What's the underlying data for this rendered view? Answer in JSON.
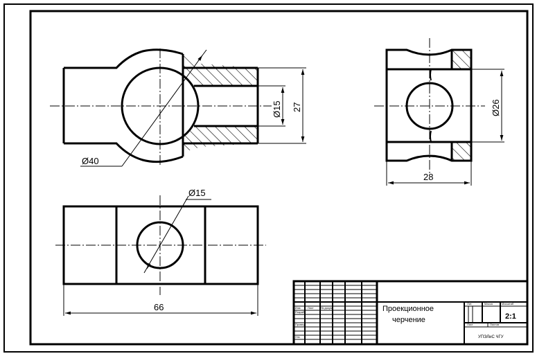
{
  "drawing": {
    "dimensions": {
      "d40": "Ø40",
      "d15_front": "Ø15",
      "h27": "27",
      "d26": "Ø26",
      "w28": "28",
      "d15_top": "Ø15",
      "w66": "66"
    },
    "title_block": {
      "title_line1": "Проекционное",
      "title_line2": "черчение",
      "scale": "2:1",
      "col_lit": "Лит.",
      "col_mass": "Масса",
      "col_scale": "Масштаб",
      "row_change": "Изм.",
      "row_sheet": "Лист",
      "row_doc": "№ докум.",
      "row_dev": "Разраб.",
      "row_check": "Провер.",
      "row_approve": "Утв.",
      "sheet_label": "Лист",
      "sheets_label": "Листов",
      "org": "УПЭЛиС ЧГУ"
    }
  }
}
